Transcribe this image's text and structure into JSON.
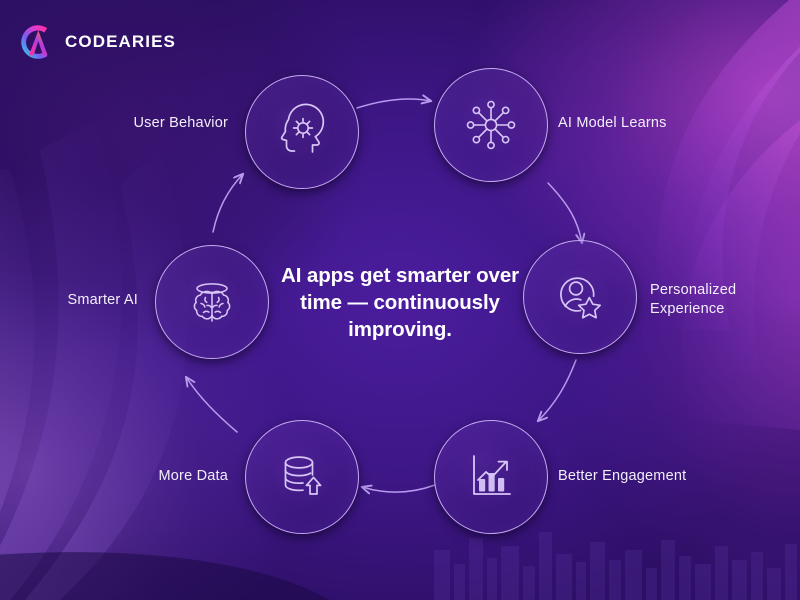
{
  "brand": {
    "name": "CODEARIES",
    "logo_icon": "codearies-circle-a-logo",
    "gradient_from": "#ff2fa0",
    "gradient_to": "#2bd2e8"
  },
  "center": {
    "line1": "AI apps get smarter over",
    "line2": "time — continuously",
    "line3": "improving.",
    "color": "#ffffff"
  },
  "theme": {
    "background_dark": "#2a1160",
    "background_accent": "#8a34d8",
    "glow_magenta": "#e254e6",
    "ring_stroke": "#c6a9f2",
    "label_color": "#f2eefb",
    "arrow_color": "#b79bee"
  },
  "cycle": {
    "title": "AI feedback loop",
    "nodes": [
      {
        "id": "user-behavior",
        "label": "User Behavior",
        "icon": "head-gear-icon",
        "order": 1
      },
      {
        "id": "ai-model-learns",
        "label": "AI Model Learns",
        "icon": "network-nodes-icon",
        "order": 2
      },
      {
        "id": "personalized-experience",
        "label": "Personalized\nExperience",
        "icon": "user-star-icon",
        "order": 3
      },
      {
        "id": "better-engagement",
        "label": "Better Engagement",
        "icon": "bar-chart-arrow-icon",
        "order": 4
      },
      {
        "id": "more-data",
        "label": "More Data",
        "icon": "database-up-arrow-icon",
        "order": 5
      },
      {
        "id": "smarter-ai",
        "label": "Smarter AI",
        "icon": "brain-icon",
        "order": 6
      }
    ],
    "arrows": [
      {
        "from": "user-behavior",
        "to": "ai-model-learns"
      },
      {
        "from": "ai-model-learns",
        "to": "personalized-experience"
      },
      {
        "from": "personalized-experience",
        "to": "better-engagement"
      },
      {
        "from": "better-engagement",
        "to": "more-data"
      },
      {
        "from": "more-data",
        "to": "smarter-ai"
      },
      {
        "from": "smarter-ai",
        "to": "user-behavior"
      }
    ]
  }
}
